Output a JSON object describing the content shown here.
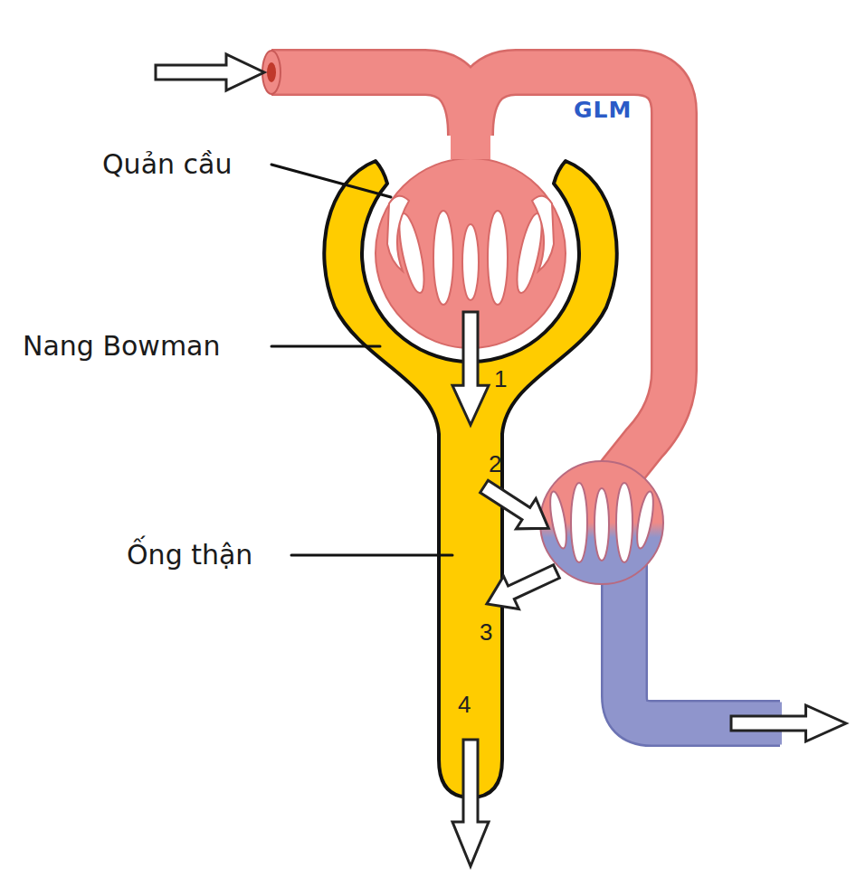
{
  "diagram": {
    "labels": [
      "Quản cầu",
      "Nang Bowman",
      "Ống thận",
      "1",
      "2",
      "3",
      "4",
      "GLM"
    ]
  }
}
